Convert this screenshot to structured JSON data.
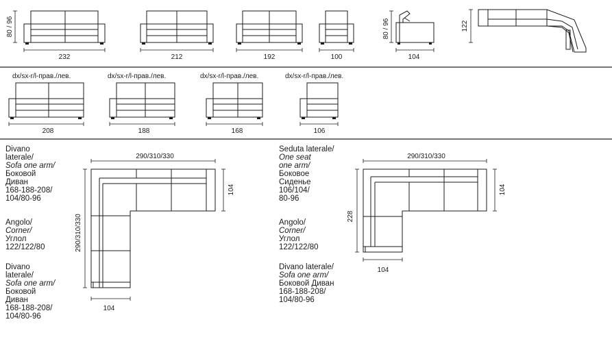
{
  "row1": {
    "sofas": [
      {
        "width_label": "232",
        "height_label": "80 / 96"
      },
      {
        "width_label": "212"
      },
      {
        "width_label": "192"
      },
      {
        "width_label": "100"
      }
    ],
    "side": {
      "width_label": "104",
      "height_label": "80 / 96"
    },
    "corner_top": {
      "height_label": "122"
    }
  },
  "row2": {
    "side_note": "dx/sx-r/l-прав./лев.",
    "sofas": [
      {
        "width_label": "208"
      },
      {
        "width_label": "188"
      },
      {
        "width_label": "168"
      },
      {
        "width_label": "106"
      }
    ]
  },
  "corner_left": {
    "top_label": "290/310/330",
    "left_label": "290/310/330",
    "right_label": "104",
    "bottom_label": "104",
    "blocks": [
      {
        "l1": "Divano",
        "l2": "laterale/",
        "l3": "Sofa one arm/",
        "l4": "Боковой",
        "l5": "Диван",
        "l6": "168-188-208/",
        "l7": "104/80-96"
      },
      {
        "l1": "Angolo/",
        "l2": "Corner/",
        "l3": "Углол",
        "l4": "122/122/80"
      },
      {
        "l1": "Divano",
        "l2": "laterale/",
        "l3": "Sofa one arm/",
        "l4": "Боковой",
        "l5": "Диван",
        "l6": "168-188-208/",
        "l7": "104/80-96"
      }
    ]
  },
  "corner_right": {
    "top_label": "290/310/330",
    "left_label": "228",
    "right_label": "104",
    "bottom_label": "104",
    "blocks": [
      {
        "l1": "Seduta laterale/",
        "l2": "One seat",
        "l3": "one arm/",
        "l4": "Боковое",
        "l5": "Сиденье",
        "l6": "106/104/",
        "l7": "80-96"
      },
      {
        "l1": "Angolo/",
        "l2": "Corner/",
        "l3": "Углол",
        "l4": "122/122/80"
      },
      {
        "l1": "Divano laterale/",
        "l2": "Sofa one arm/",
        "l3": "Боковой Диван",
        "l4": "168-188-208/",
        "l5": "104/80-96"
      }
    ]
  }
}
